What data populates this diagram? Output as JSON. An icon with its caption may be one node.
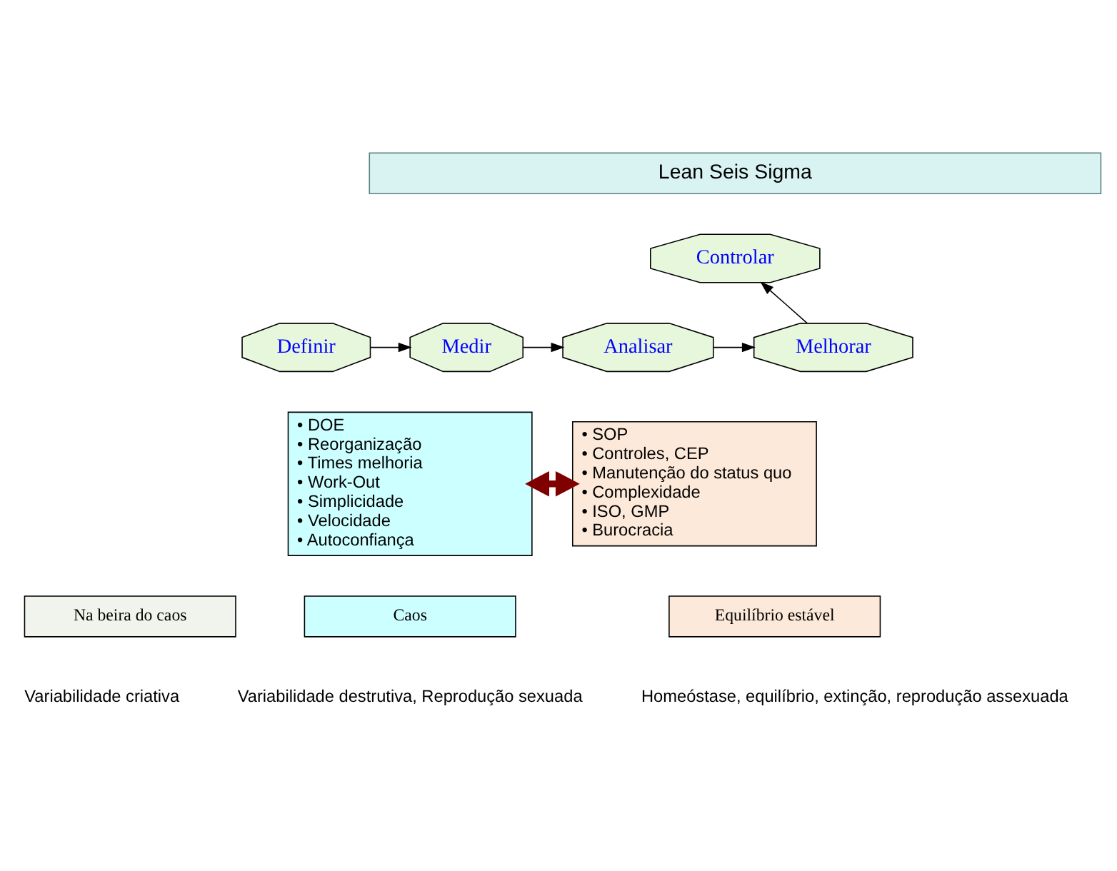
{
  "diagram": {
    "nodes": [
      {
        "text": [
          "Lean Seis Sigma"
        ]
      },
      {
        "text": [
          "Controlar"
        ]
      },
      {
        "text": [
          "Melhorar"
        ]
      },
      {
        "text": [
          "Analisar"
        ]
      },
      {
        "text": [
          "Medir"
        ]
      },
      {
        "text": [
          "Definir"
        ]
      },
      {
        "text": [
          "• DOE",
          "• Reorganização",
          "• Times melhoria",
          "• Work-Out",
          "• Simplicidade",
          "• Velocidade",
          "• Autoconfiança"
        ]
      },
      {
        "text": [
          "• SOP",
          "• Controles, CEP",
          "• Manutenção do status quo",
          "• Complexidade",
          "• ISO, GMP",
          "• Burocracia"
        ]
      },
      {
        "text": [
          "Caos"
        ],
        "beside": [
          "Variabilidade destrutiva, Reprodução sexuada"
        ]
      },
      {
        "text": [
          "Na beira do caos"
        ],
        "beside": [
          "Variabilidade criativa"
        ]
      },
      {
        "text": [
          "Equilíbrio estável"
        ],
        "beside": [
          "Homeóstase, equilíbrio, extinção, reprodução assexuada"
        ]
      }
    ],
    "edges": [
      {
        "from": 5,
        "to": 4,
        "arrow": "to"
      },
      {
        "from": 4,
        "to": 3,
        "arrow": "to"
      },
      {
        "from": 3,
        "to": 2,
        "arrow": "to"
      },
      {
        "from": 2,
        "to": 1,
        "arrow": "to"
      },
      {
        "from": 6,
        "to": 7,
        "arrow": "both",
        "style": "thick",
        "color": "#800000"
      }
    ]
  }
}
